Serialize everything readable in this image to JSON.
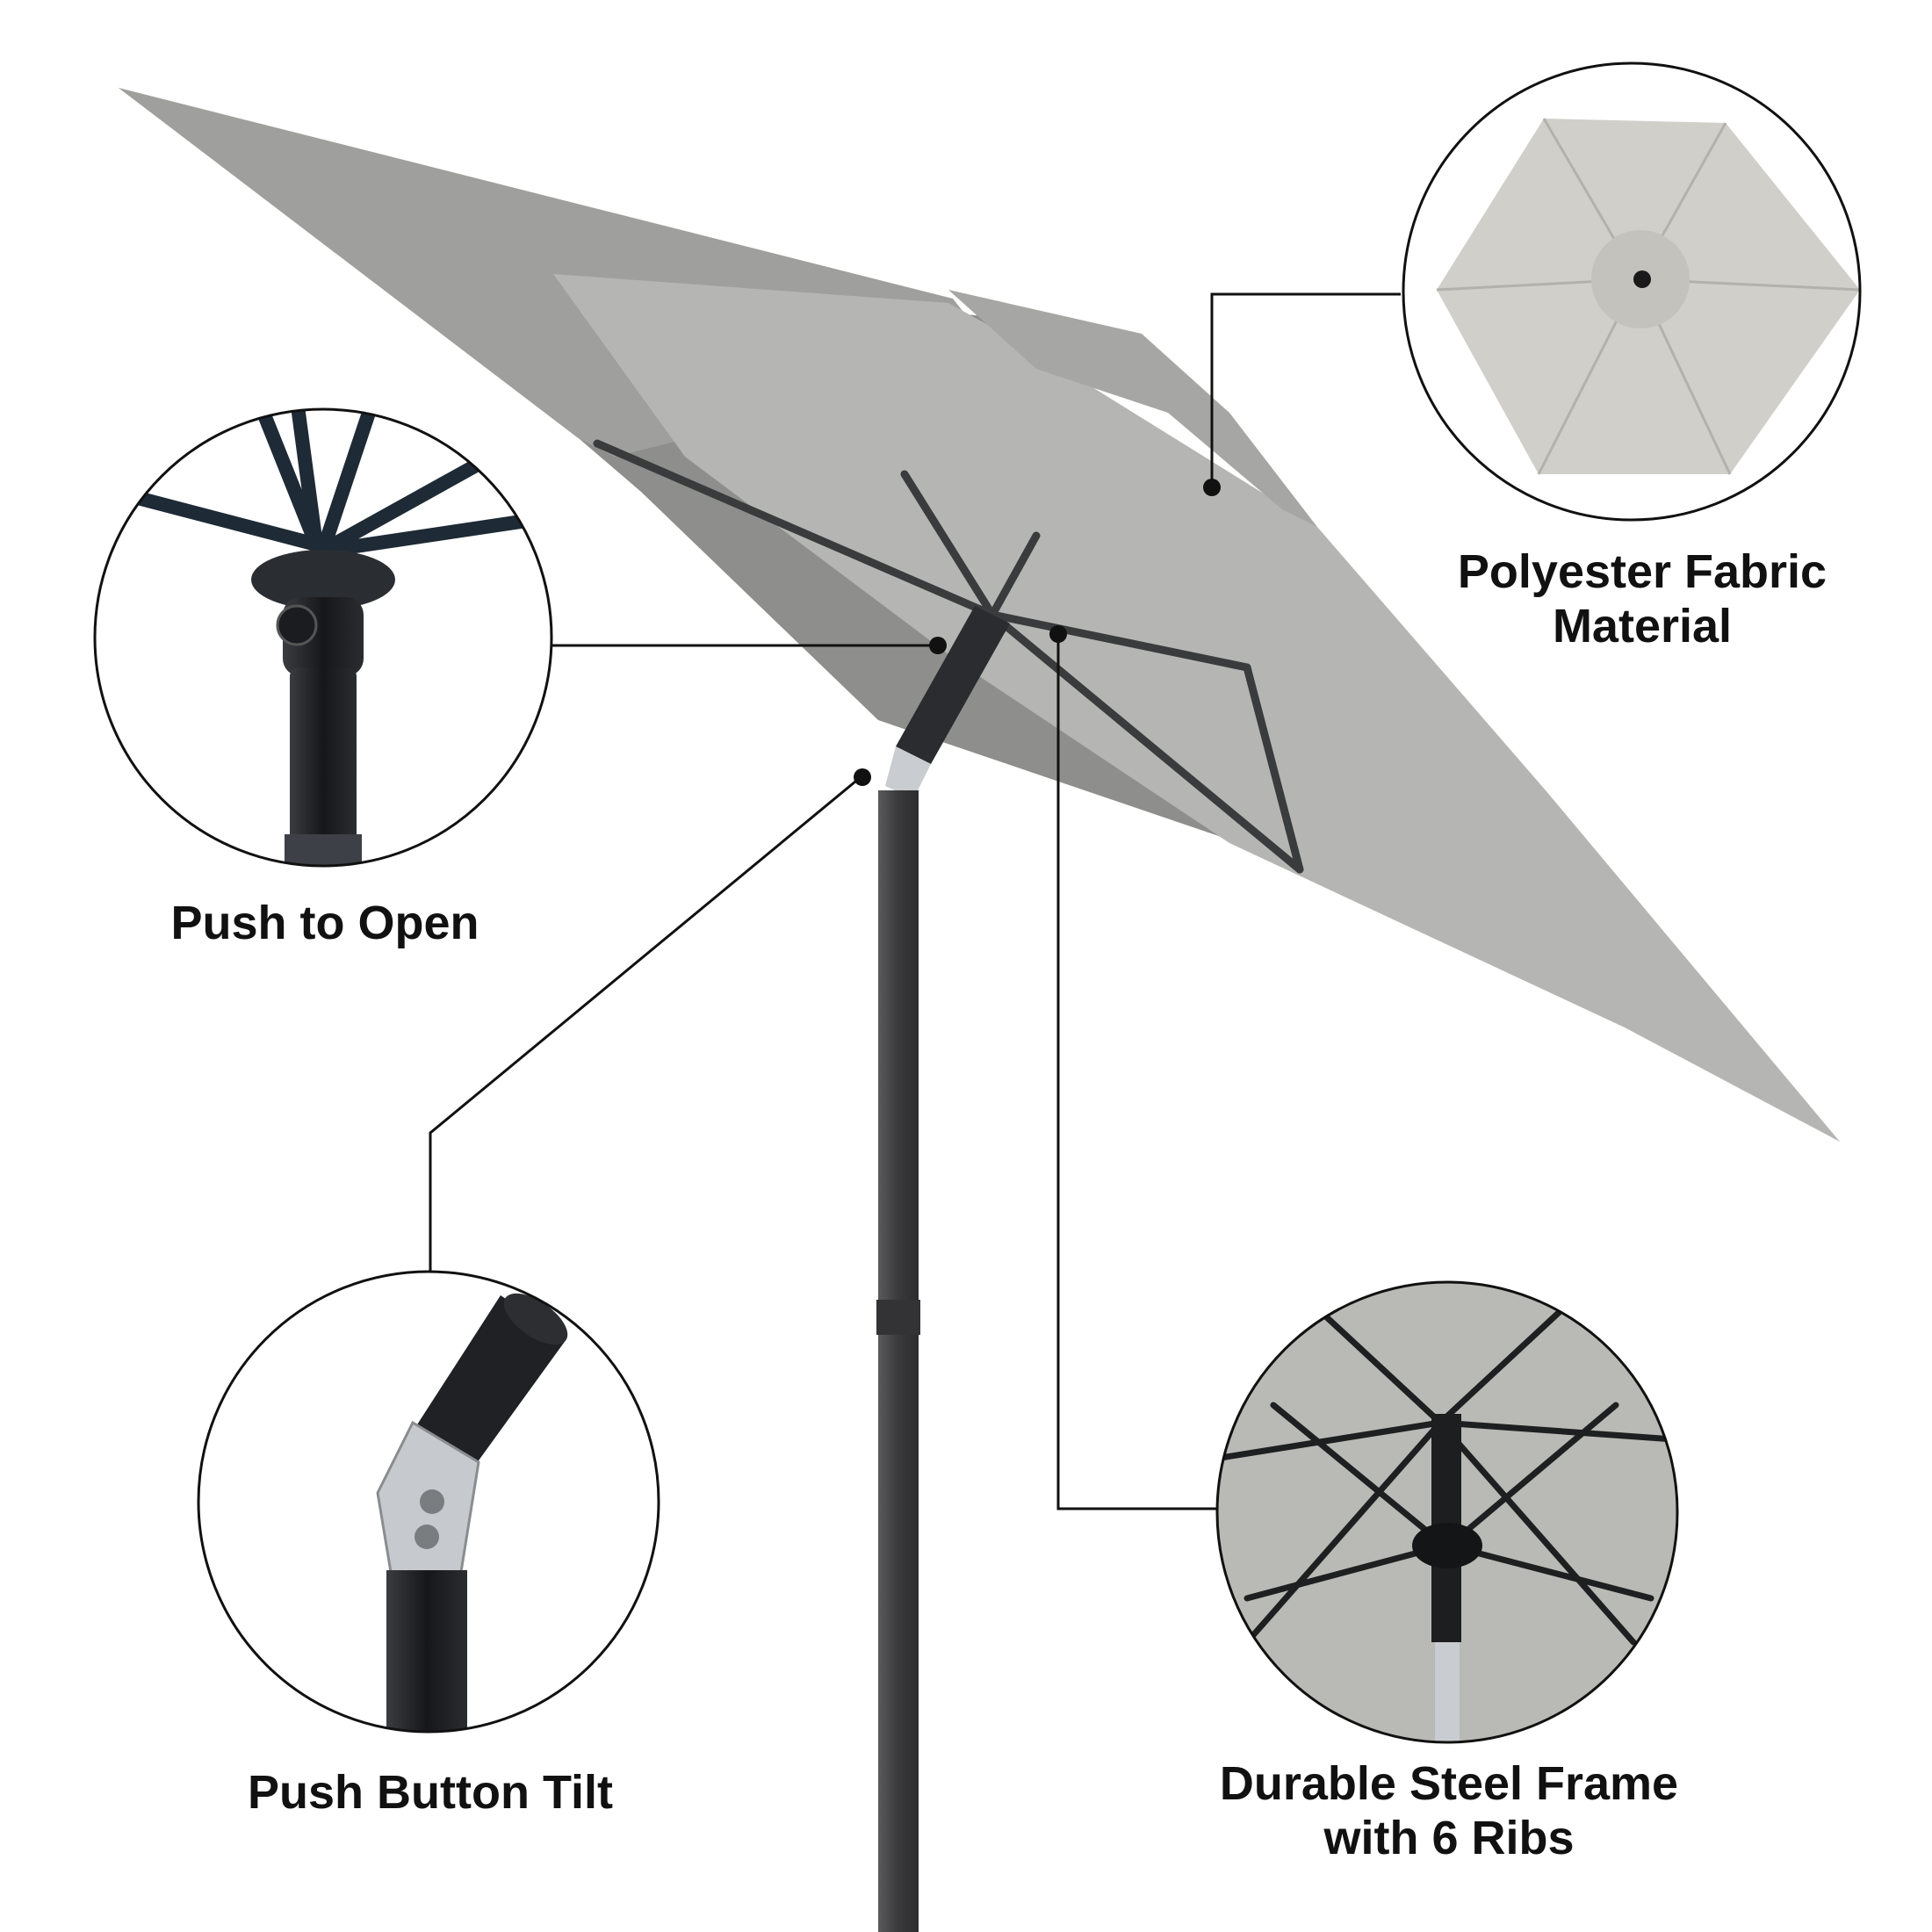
{
  "features": {
    "fabric": {
      "line1": "Polyester Fabric",
      "line2": "Material"
    },
    "open": {
      "line1": "Push to Open"
    },
    "tilt": {
      "line1": "Push Button Tilt"
    },
    "frame": {
      "line1": "Durable Steel Frame",
      "line2": "with 6 Ribs"
    }
  },
  "colors": {
    "background": "#ffffff",
    "canopy_light": "#b5b6b3",
    "canopy_dark": "#8e8f8c",
    "pole": "#4a4a4c",
    "callout_line": "#111111",
    "label_text": "#111111"
  }
}
